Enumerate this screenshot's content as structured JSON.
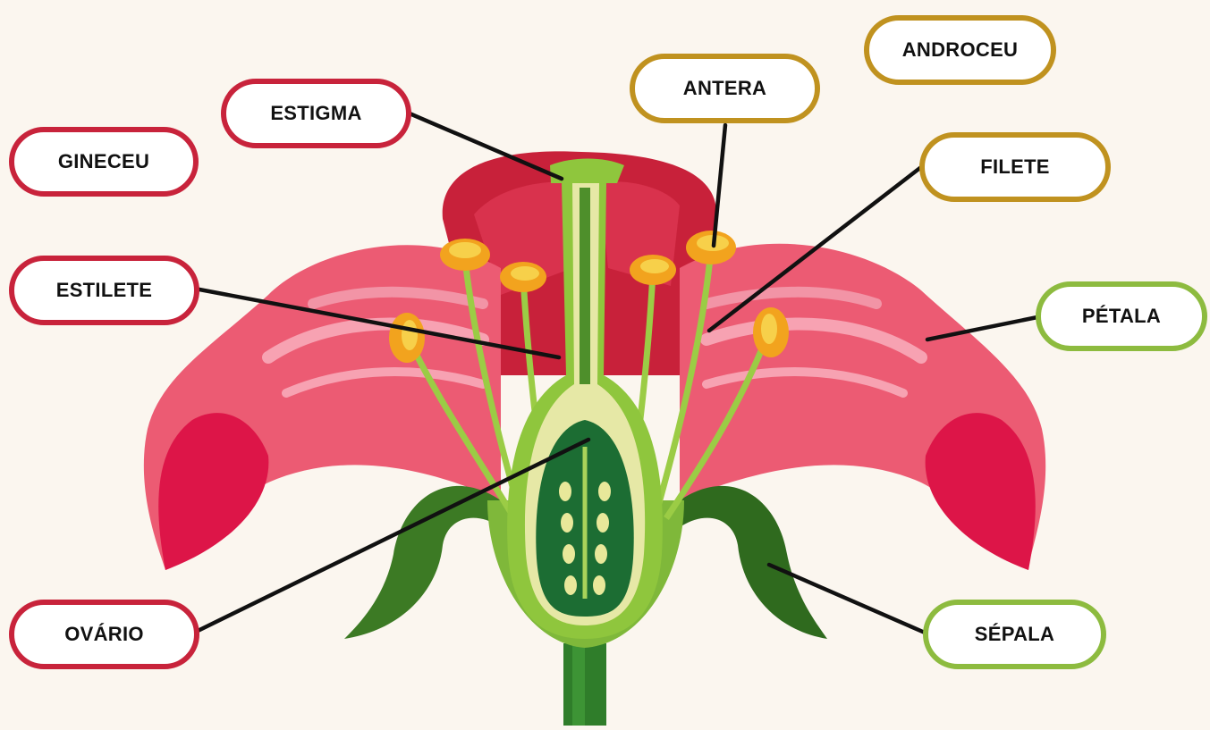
{
  "colors": {
    "background": "#fbf6ef",
    "gynoecium_border": "#c8233b",
    "androecium_border": "#c0921f",
    "green_border": "#8dbb3f",
    "leader_line": "#111111"
  },
  "labels": {
    "gineceu": "GINECEU",
    "estigma": "ESTIGMA",
    "estilete": "ESTILETE",
    "ovario": "OVÁRIO",
    "androceu": "ANDROCEU",
    "antera": "ANTERA",
    "filete": "FILETE",
    "petala": "PÉTALA",
    "sepala": "SÉPALA"
  }
}
